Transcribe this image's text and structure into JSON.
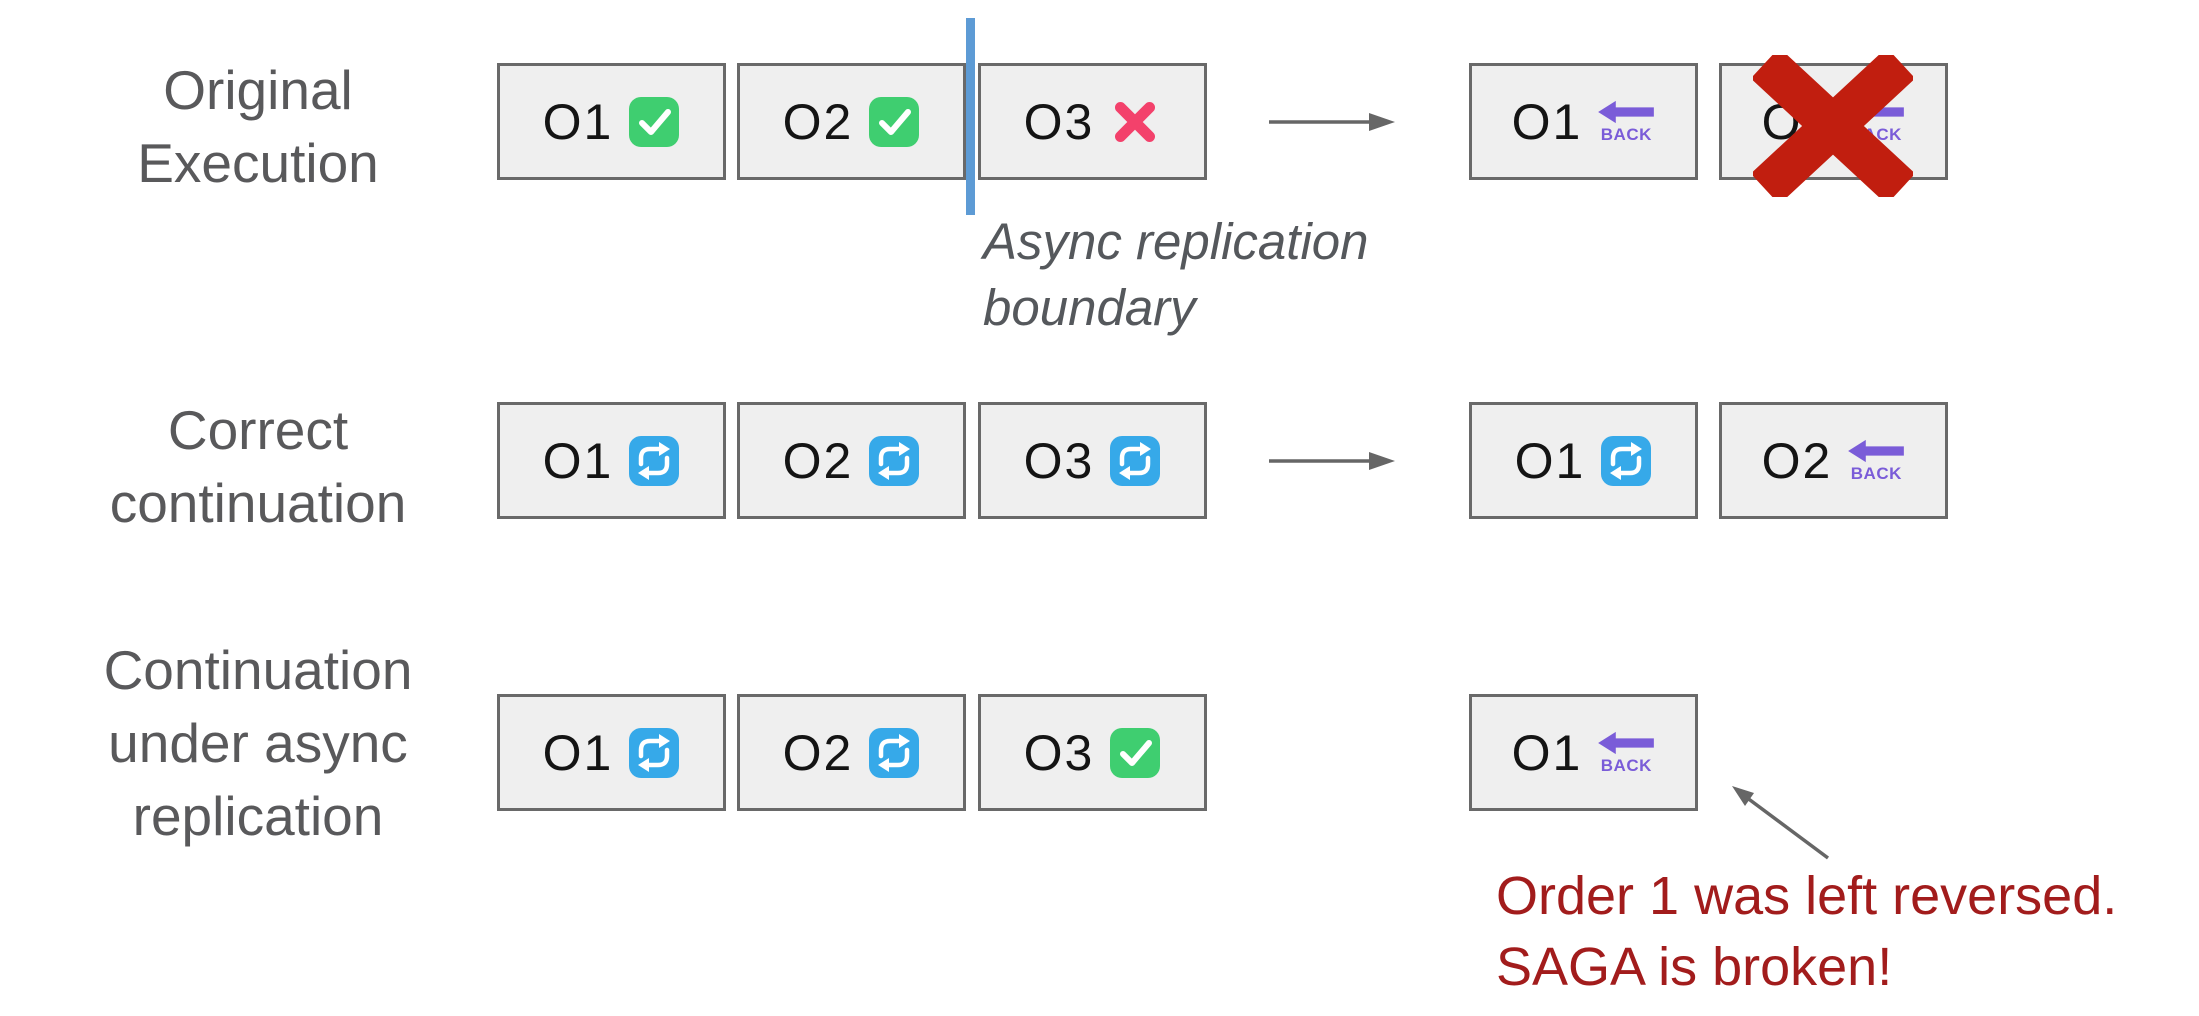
{
  "rows": [
    {
      "label_lines": [
        "Original",
        "Execution"
      ],
      "left_boxes": [
        {
          "id": "O1",
          "icon": "check"
        },
        {
          "id": "O2",
          "icon": "check"
        },
        {
          "id": "O3",
          "icon": "cross"
        }
      ],
      "right_boxes": [
        {
          "id": "O1",
          "icon": "back"
        },
        {
          "id": "O2",
          "icon": "back",
          "overlay": "big-x"
        }
      ],
      "has_flow_arrow": true
    },
    {
      "label_lines": [
        "Correct",
        "continuation"
      ],
      "left_boxes": [
        {
          "id": "O1",
          "icon": "sync"
        },
        {
          "id": "O2",
          "icon": "sync"
        },
        {
          "id": "O3",
          "icon": "sync"
        }
      ],
      "right_boxes": [
        {
          "id": "O1",
          "icon": "sync"
        },
        {
          "id": "O2",
          "icon": "back"
        }
      ],
      "has_flow_arrow": true
    },
    {
      "label_lines": [
        "Continuation",
        "under async",
        "replication"
      ],
      "left_boxes": [
        {
          "id": "O1",
          "icon": "sync"
        },
        {
          "id": "O2",
          "icon": "sync"
        },
        {
          "id": "O3",
          "icon": "check"
        }
      ],
      "right_boxes": [
        {
          "id": "O1",
          "icon": "back"
        }
      ],
      "has_flow_arrow": false
    }
  ],
  "boundary": {
    "lines": [
      "Async replication",
      "boundary"
    ]
  },
  "icons": {
    "back_label": "BACK"
  },
  "annotation": {
    "lines": [
      "Order 1 was left reversed.",
      "SAGA is broken!"
    ]
  },
  "colors": {
    "check_green": "#3FCE70",
    "cross_pink": "#F3416B",
    "sync_blue": "#36A9E9",
    "back_purple": "#7A5CD8",
    "big_x_red": "#C11E0F",
    "boundary_blue": "#5D9BD5",
    "label_gray": "#59595B",
    "annotation_red": "#A21C1C",
    "arrow_gray": "#666666",
    "box_bg": "#EFEFEF",
    "box_border": "#696969",
    "number_black": "#141414"
  }
}
